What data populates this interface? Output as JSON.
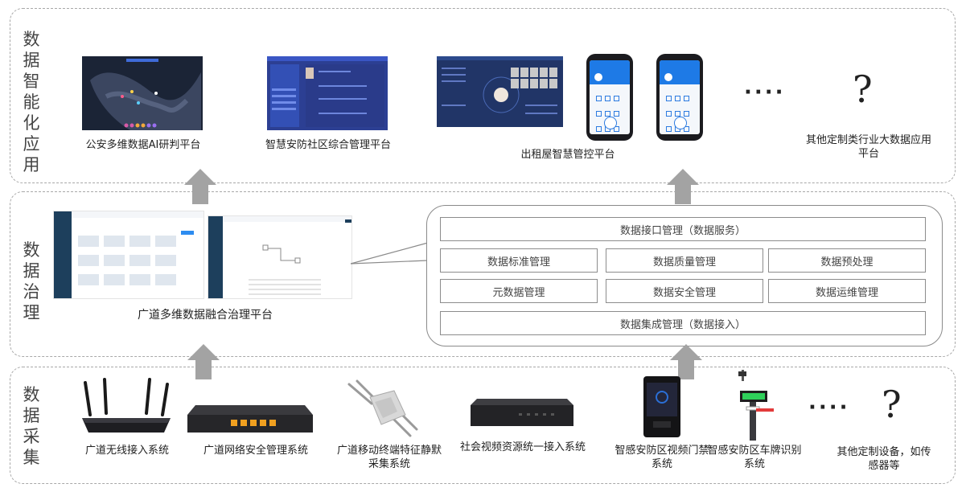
{
  "layers": {
    "app": {
      "label": [
        "数",
        "据",
        "智",
        "能",
        "化",
        "应",
        "用"
      ]
    },
    "governance": {
      "label": [
        "数",
        "据",
        "治",
        "理"
      ]
    },
    "collection": {
      "label": [
        "数",
        "据",
        "采",
        "集"
      ]
    }
  },
  "apps": {
    "police_ai": "公安多维数据AI研判平台",
    "smart_community": "智慧安防社区综合管理平台",
    "rental_control": "出租屋智慧管控平台",
    "other_apps": "其他定制类行业大数据应用平台",
    "more": "····",
    "question": "?"
  },
  "governance": {
    "platform": "广道多维数据融合治理平台",
    "modules": {
      "interface": "数据接口管理（数据服务）",
      "standard": "数据标准管理",
      "quality": "数据质量管理",
      "preprocess": "数据预处理",
      "metadata": "元数据管理",
      "security": "数据安全管理",
      "ops": "数据运维管理",
      "integration": "数据集成管理（数据接入）"
    }
  },
  "collection": {
    "wireless": "广道无线接入系统",
    "netsec": "广道网络安全管理系统",
    "mobile": "广道移动终端特征静默采集系统",
    "video": "社会视频资源统一接入系统",
    "access": "智感安防区视频门禁系统",
    "plate": "智感安防区车牌识别系统",
    "other_devices": "其他定制设备，如传感器等",
    "more": "····",
    "question": "?"
  },
  "colors": {
    "arrow": "#a3a3a3",
    "dashed": "#a8a8a8",
    "panel": "#8a8a8a"
  }
}
